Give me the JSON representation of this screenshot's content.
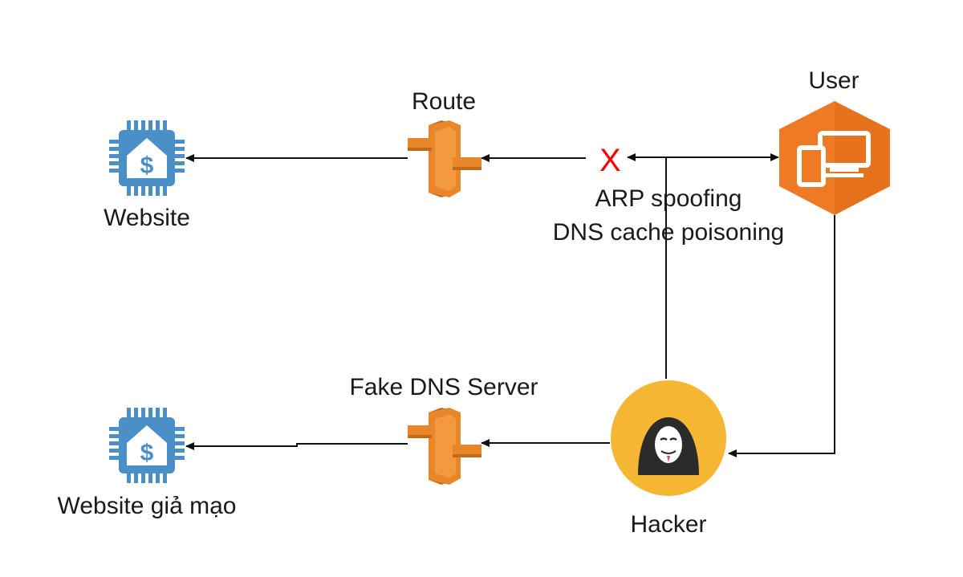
{
  "labels": {
    "website": "Website",
    "route": "Route",
    "user": "User",
    "arp": "ARP spoofing",
    "dns_poison": "DNS cache poisoning",
    "fake_dns": "Fake DNS Server",
    "fake_website": "Website giả mạo",
    "hacker": "Hacker",
    "blocked_mark": "X"
  },
  "colors": {
    "website_icon": "#4a8fc6",
    "router_orange": "#e8862a",
    "router_dark": "#c46a17",
    "user_hexagon": "#ee7a24",
    "hacker_circle": "#f5b731",
    "line": "#111111",
    "blocked": "#ff0000"
  },
  "icons": {
    "website": "dollar-chip-icon",
    "router": "router-icon",
    "user": "desktop-monitor-icon",
    "hacker": "anonymous-mask-icon"
  }
}
